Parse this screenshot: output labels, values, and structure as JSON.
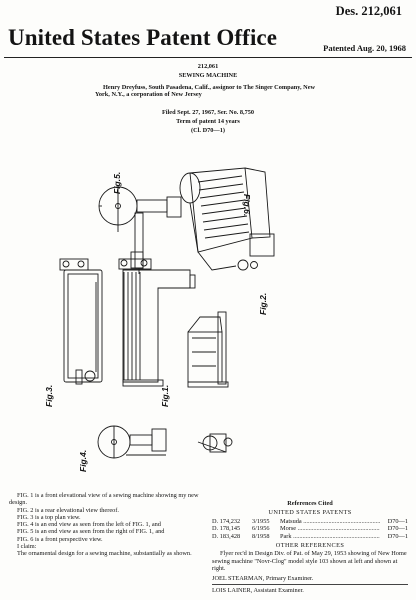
{
  "header": {
    "office_title": "United States Patent Office",
    "patent_number": "Des. 212,061",
    "patented_date": "Patented Aug. 20, 1968"
  },
  "front_matter": {
    "number": "212,061",
    "title": "SEWING MACHINE",
    "inventor": "Henry Dreyfuss, South Pasadena, Calif., assignor to The Singer Company, New York, N.Y., a corporation of New Jersey",
    "filed": "Filed Sept. 27, 1967, Ser. No. 8,750",
    "term": "Term of patent 14 years",
    "classification": "(Cl. D70—1)"
  },
  "figures": {
    "fig1": "Fig.1.",
    "fig2": "Fig.2.",
    "fig3": "Fig.3.",
    "fig4": "Fig.4.",
    "fig5": "Fig.5.",
    "fig6": "Fig.6."
  },
  "description": {
    "lines": [
      "FIG. 1 is a front elevational view of a sewing machine showing my new design.",
      "FIG. 2 is a rear elevational view thereof.",
      "FIG. 3 is a top plan view.",
      "FIG. 4 is an end view as seen from the left of FIG. 1, and",
      "FIG. 5 is an end view as seen from the right of FIG. 1, and",
      "FIG. 6 is a front perspective view.",
      "I claim:",
      "The ornamental design for a sewing machine, substantially as shown."
    ]
  },
  "references": {
    "heading": "References Cited",
    "us_heading": "UNITED STATES PATENTS",
    "us_patents": [
      {
        "number": "D. 174,232",
        "date": "3/1955",
        "name": "Matsuda",
        "cls": "D70—1"
      },
      {
        "number": "D. 178,145",
        "date": "6/1956",
        "name": "Morse",
        "cls": "D70—1"
      },
      {
        "number": "D. 183,428",
        "date": "8/1958",
        "name": "Park",
        "cls": "D70—1"
      }
    ],
    "other_heading": "OTHER REFERENCES",
    "other_text": "Flyer rec'd in Design Div. of Pat. of May 29, 1953 showing of New Home sewing machine \"Novr-Clog\" model style 103 shown at left and shown at right."
  },
  "examiners": {
    "primary": "JOEL STEARMAN, Primary Examiner.",
    "assistant": "LOIS LAINER, Assistant Examiner."
  }
}
